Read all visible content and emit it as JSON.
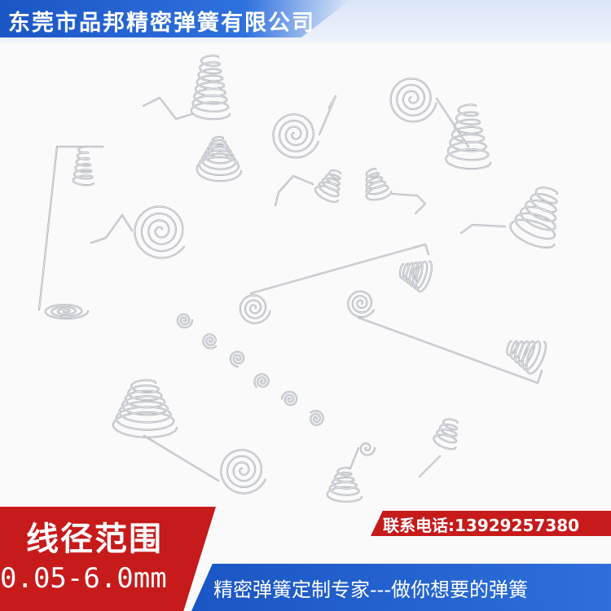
{
  "header": {
    "company_name": "东莞市品邦精密弹簧有限公司"
  },
  "wire_range": {
    "title": "线径范围",
    "value": "0.05-6.0mm"
  },
  "contact": {
    "text": "联系电话:13929257380"
  },
  "slogan": {
    "text": "精密弹簧定制专家---做你想要的弹簧"
  },
  "colors": {
    "brand_blue": "#1a56c4",
    "accent_red": "#c71a1a",
    "wire_silver": "#a7abb2"
  },
  "image": {
    "subject": "assorted stainless steel battery contact springs"
  }
}
